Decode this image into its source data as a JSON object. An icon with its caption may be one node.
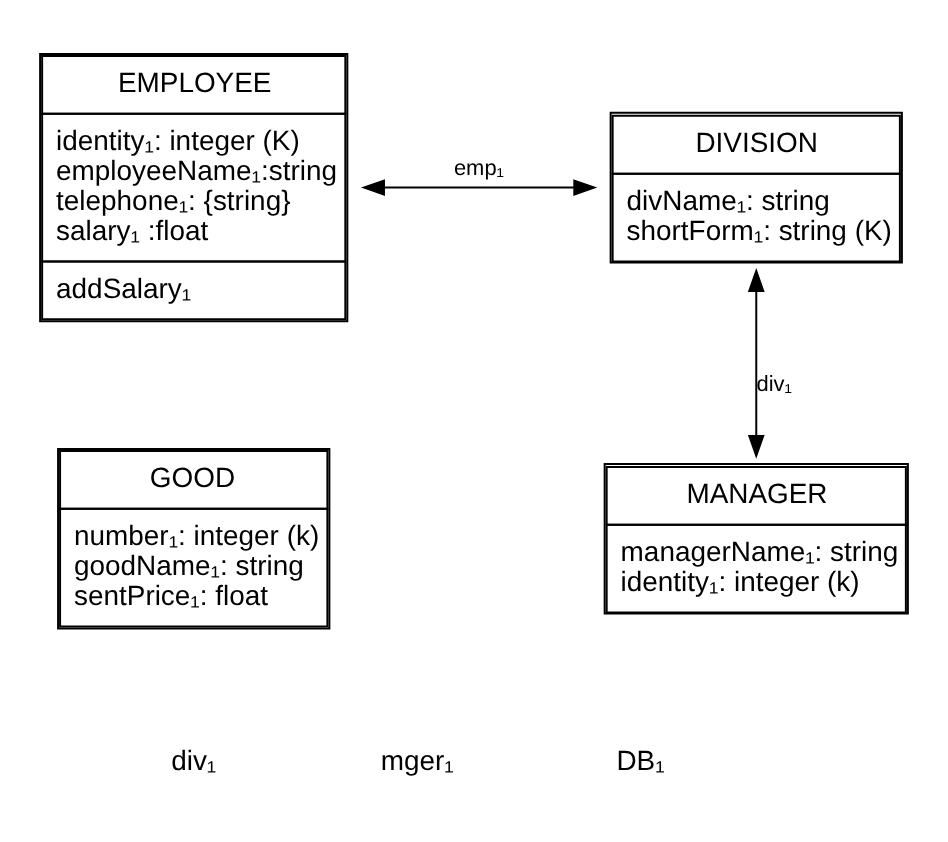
{
  "diagram": {
    "nodes": [
      {
        "text": [
          "EMPLOYEE",
          "identity₁: integer (K)",
          "employeeName₁:string",
          "telephone₁: {string}",
          "salary₁ :float",
          "addSalary₁"
        ]
      },
      {
        "text": [
          "DIVISION",
          "divName₁: string",
          "shortForm₁: string (K)"
        ]
      },
      {
        "text": [
          "GOOD",
          "number₁: integer (k)",
          "goodName₁: string",
          "sentPrice₁: float"
        ]
      },
      {
        "text": [
          "MANAGER",
          "managerName₁: string",
          "identity₁: integer (k)"
        ]
      }
    ],
    "edges": [
      {
        "from": 0,
        "to": 1,
        "arrow": "both",
        "label": "emp₁"
      },
      {
        "from": 1,
        "to": 3,
        "arrow": "both",
        "label": "div₁"
      }
    ],
    "labels": [
      "div₁",
      "mger₁",
      "DB₁"
    ]
  }
}
